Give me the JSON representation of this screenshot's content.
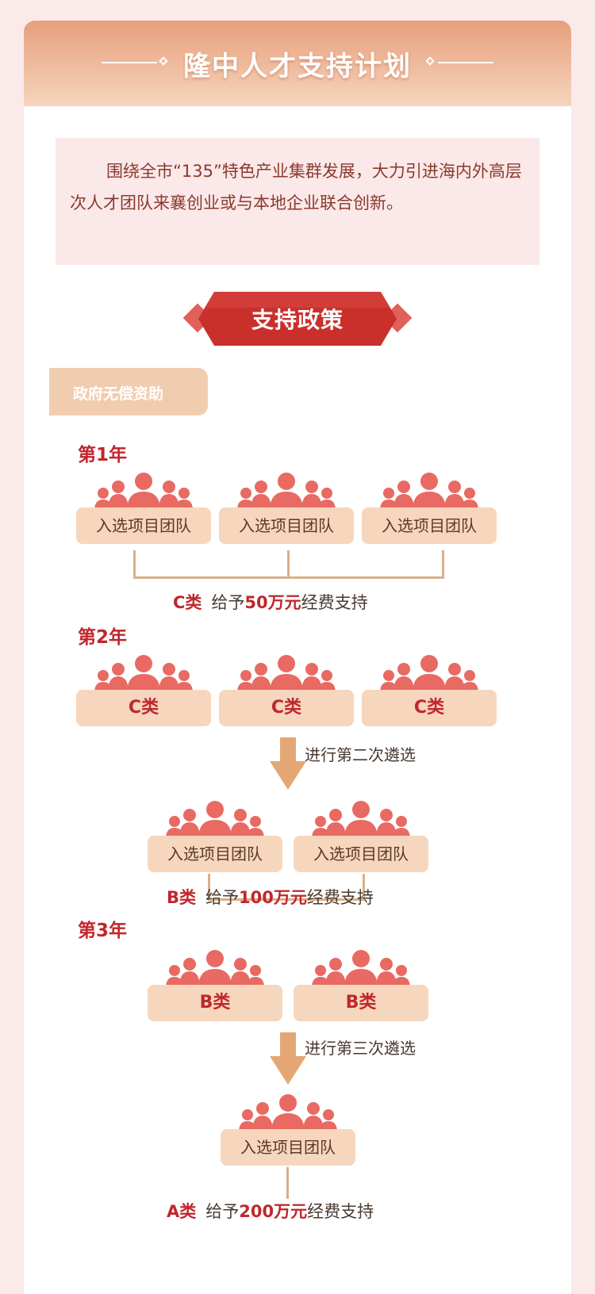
{
  "header": {
    "title": "隆中人才支持计划"
  },
  "intro": {
    "text": "围绕全市“135”特色产业集群发展，大力引进海内外高层次人才团队来襄创业或与本地企业联合创新。"
  },
  "policy": {
    "title": "支持政策"
  },
  "tag": {
    "label": "政府无偿资助"
  },
  "year1": {
    "label": "第1年",
    "groups": [
      "入选项目团队",
      "入选项目团队",
      "入选项目团队"
    ],
    "award": {
      "cls": "C类",
      "pre": "给予",
      "amount": "50万元",
      "post": "经费支持"
    }
  },
  "year2": {
    "label": "第2年",
    "groups": [
      "C类",
      "C类",
      "C类"
    ],
    "step": "进行第二次遴选",
    "selected": [
      "入选项目团队",
      "入选项目团队"
    ],
    "award": {
      "cls": "B类",
      "pre": "给予",
      "amount": "100万元",
      "post": "经费支持"
    }
  },
  "year3": {
    "label": "第3年",
    "groups": [
      "B类",
      "B类"
    ],
    "step": "进行第三次遴选",
    "selected": [
      "入选项目团队"
    ],
    "award": {
      "cls": "A类",
      "pre": "给予",
      "amount": "200万元",
      "post": "经费支持"
    }
  },
  "colors": {
    "accent_red": "#c0272d",
    "people": "#e86a62",
    "box": "#f6d6bd",
    "bracket": "#d9b08a",
    "arrow": "#e4a774"
  }
}
